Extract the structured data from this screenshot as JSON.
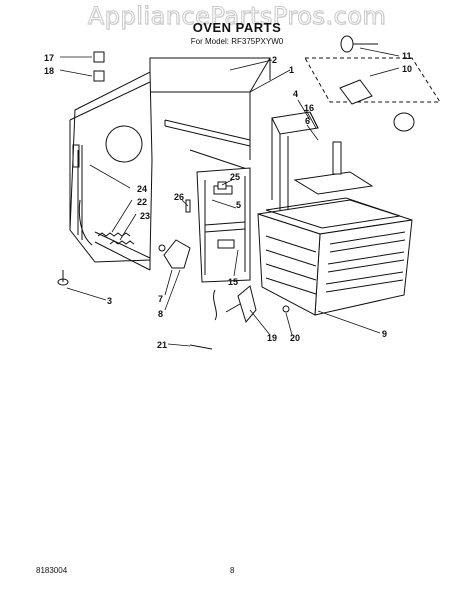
{
  "watermark": "AppliancePartsPros.com",
  "title": "OVEN PARTS",
  "subtitle": "For Model: RF375PXYW0",
  "footer_code": "8183004",
  "page_number": "8",
  "callouts": [
    "1",
    "2",
    "3",
    "4",
    "5",
    "6",
    "7",
    "8",
    "9",
    "10",
    "11",
    "15",
    "16",
    "17",
    "18",
    "19",
    "20",
    "21",
    "22",
    "23",
    "24",
    "25",
    "26"
  ],
  "colors": {
    "line": "#111111",
    "watermark_outline": "#c9c9c9"
  }
}
